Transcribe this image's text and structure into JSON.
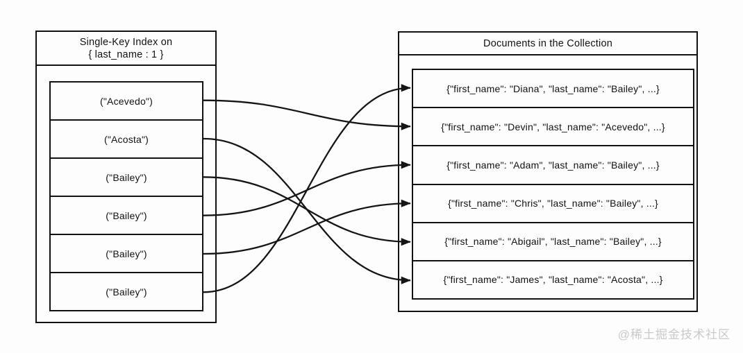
{
  "diagram": {
    "index_panel": {
      "title_line1": "Single-Key Index on",
      "title_line2": "{ last_name : 1 }",
      "entries": [
        "(\"Acevedo\")",
        "(\"Acosta\")",
        "(\"Bailey\")",
        "(\"Bailey\")",
        "(\"Bailey\")",
        "(\"Bailey\")"
      ]
    },
    "documents_panel": {
      "title": "Documents in the Collection",
      "documents": [
        "{\"first_name\": \"Diana\", \"last_name\": \"Bailey\", ...}",
        "{\"first_name\": \"Devin\", \"last_name\": \"Acevedo\", ...}",
        "{\"first_name\": \"Adam\", \"last_name\": \"Bailey\", ...}",
        "{\"first_name\": \"Chris\", \"last_name\": \"Bailey\", ...}",
        "{\"first_name\": \"Abigail\", \"last_name\": \"Bailey\", ...}",
        "{\"first_name\": \"James\", \"last_name\": \"Acosta\", ...}"
      ]
    },
    "connections": [
      {
        "from_entry": 0,
        "to_document": 1
      },
      {
        "from_entry": 1,
        "to_document": 5
      },
      {
        "from_entry": 2,
        "to_document": 4
      },
      {
        "from_entry": 3,
        "to_document": 2
      },
      {
        "from_entry": 4,
        "to_document": 3
      },
      {
        "from_entry": 5,
        "to_document": 0
      }
    ],
    "line_color": "#151515"
  },
  "watermark": "@稀土掘金技术社区"
}
